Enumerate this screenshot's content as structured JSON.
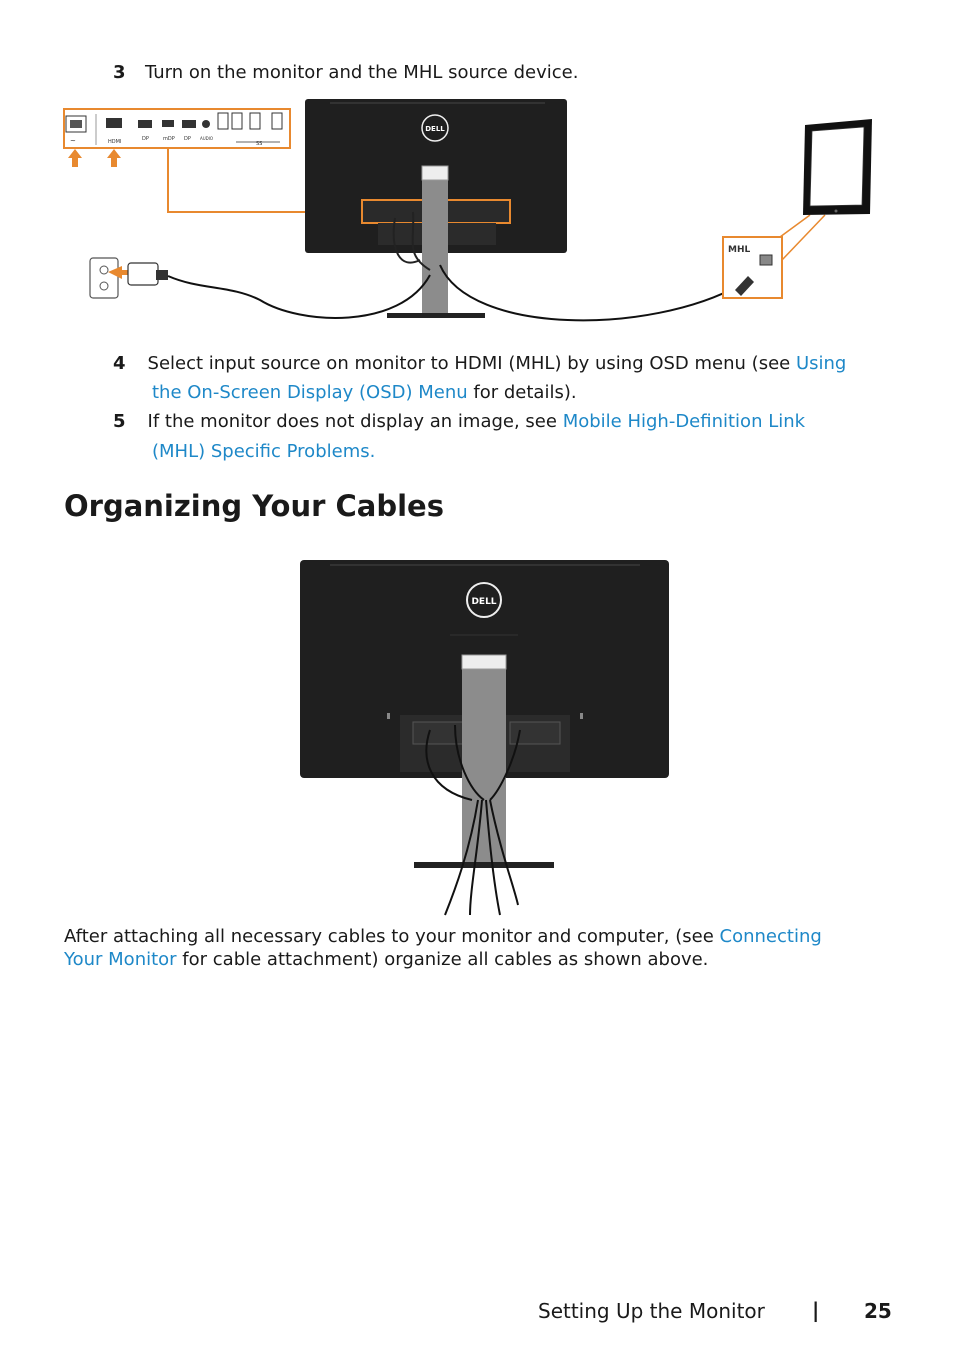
{
  "steps": {
    "s3": {
      "number": "3",
      "text": "Turn on the monitor and the MHL source device."
    },
    "s4": {
      "number": "4",
      "text_before": "Select input source on monitor to HDMI (MHL) by using OSD menu (see ",
      "link_line1": "Using",
      "link_line2": "the On-Screen Display (OSD) Menu",
      "text_after": " for details)."
    },
    "s5": {
      "number": "5",
      "text_before": "If the monitor does not display an image, see ",
      "link_line1": "Mobile High-Definition Link",
      "link_line2": "(MHL) Specific Problems."
    }
  },
  "figure1": {
    "brand": "DELL",
    "mhl_label": "MHL",
    "port_labels": [
      "~",
      "HDMI",
      "DP",
      "mDP",
      "DP",
      "AUDIO",
      "SS"
    ]
  },
  "section": {
    "title": "Organizing Your Cables"
  },
  "figure2": {
    "brand": "DELL"
  },
  "closing": {
    "text_before": "After attaching all necessary cables to your monitor and computer, (see ",
    "link_line1": "Connecting",
    "link_line2": "Your Monitor",
    "text_after": " for cable attachment) organize all cables as shown above."
  },
  "footer": {
    "section_name": "Setting Up the Monitor",
    "separator": "|",
    "page_number": "25"
  },
  "colors": {
    "link": "#1e88c8",
    "accent_orange": "#e8892f",
    "monitor_body": "#1f1f1f"
  }
}
